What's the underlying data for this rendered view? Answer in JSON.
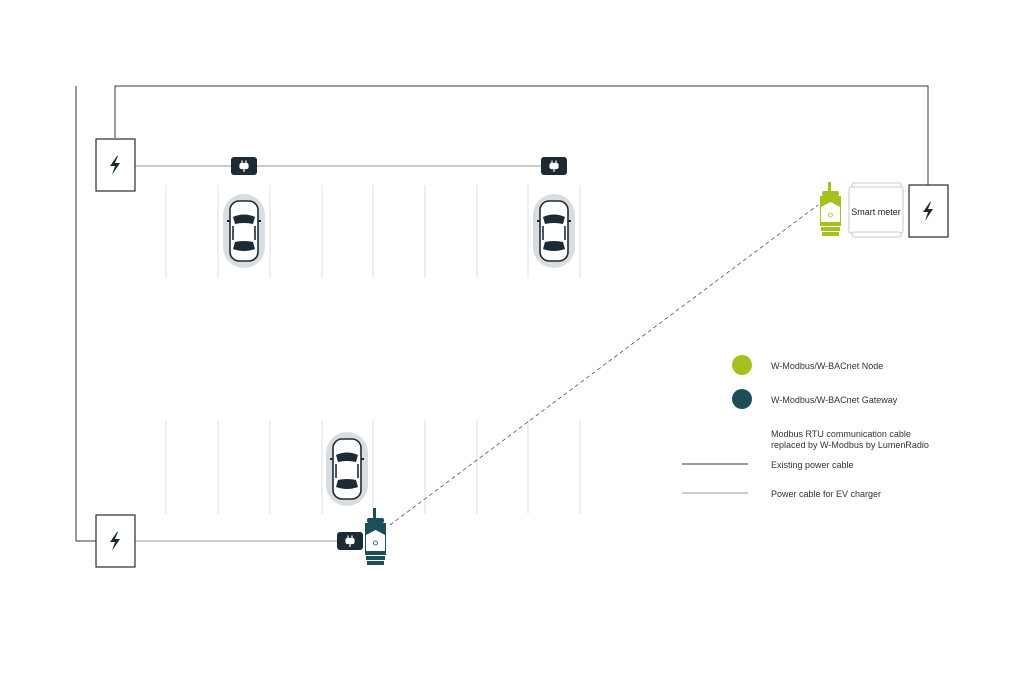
{
  "colors": {
    "background": "#ffffff",
    "existing_power_cable": "#3a3a3a",
    "ev_power_cable": "#9a9a9a",
    "parking_lines": "#dddddd",
    "node": "#a7bf1f",
    "gateway": "#1f4e5b",
    "charger_badge": "#1e2a33",
    "car_halo": "#dadde0"
  },
  "icons": {
    "power_box": "lightning-bolt-icon",
    "charger": "ev-plug-icon",
    "node": "wireless-node-device-icon",
    "gateway": "wireless-gateway-device-icon",
    "car": "car-top-view-icon"
  },
  "devices": {
    "smart_meter_label": "Smart meter"
  },
  "legend": {
    "node_label": "W-Modbus/W-BACnet Node",
    "gateway_label": "W-Modbus/W-BACnet Gateway",
    "modbus_line1": "Modbus RTU communication cable",
    "modbus_line2": "replaced by W-Modbus by LumenRadio",
    "existing_cable_label": "Existing power cable",
    "ev_cable_label": "Power cable for EV charger"
  }
}
